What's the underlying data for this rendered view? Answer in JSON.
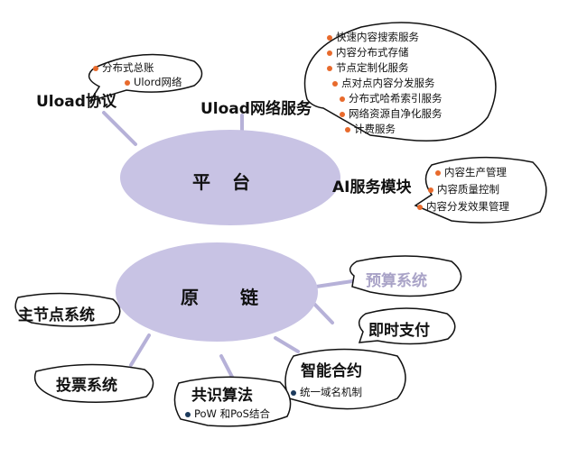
{
  "colors": {
    "ellipse": "#c8c3e4",
    "line": "#b6b1d8",
    "bullet_orange": "#e86a2c",
    "bullet_navy": "#1c3a5c",
    "faded_text": "#a9a3c7"
  },
  "platform": {
    "center": "平　台",
    "uload_protocol": {
      "title": "Uload协议",
      "items": [
        "分布式总账",
        "Ulord网络"
      ]
    },
    "uload_network": {
      "title": "Uload网络服务",
      "items": [
        "快速内容搜索服务",
        "内容分布式存储",
        "节点定制化服务",
        "点对点内容分发服务",
        "分布式哈希索引服务",
        "网络资源自净化服务",
        "计费服务"
      ]
    },
    "ai_module": {
      "title": "AI服务模块",
      "items": [
        "内容生产管理",
        "内容质量控制",
        "内容分发效果管理"
      ]
    }
  },
  "chain": {
    "center": "原　　链",
    "budget_system": "预算系统",
    "instant_payment": "即时支付",
    "smart_contract": {
      "title": "智能合约",
      "items": [
        "统一域名机制"
      ]
    },
    "consensus": {
      "title": "共识算法",
      "items": [
        "PoW 和PoS结合"
      ]
    },
    "voting_system": "投票系统",
    "master_node": "主节点系统"
  }
}
